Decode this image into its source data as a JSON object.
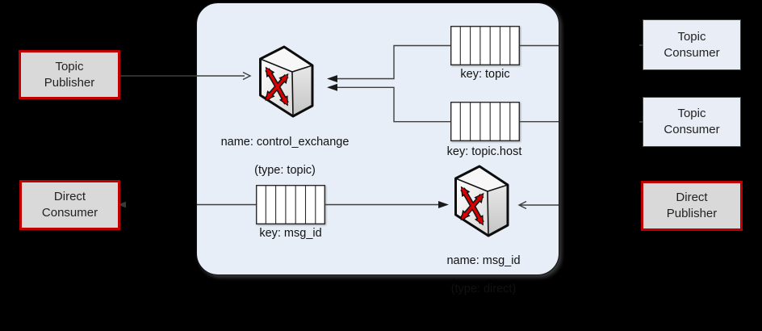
{
  "diagram": {
    "nodes": {
      "topic_publisher": {
        "label": "Topic\nPublisher"
      },
      "direct_consumer": {
        "label": "Direct\nConsumer"
      },
      "topic_consumer_1": {
        "label": "Topic\nConsumer"
      },
      "topic_consumer_2": {
        "label": "Topic\nConsumer"
      },
      "direct_publisher": {
        "label": "Direct\nPublisher"
      }
    },
    "exchanges": {
      "topic": {
        "name": "name: control_exchange",
        "type": "(type: topic)"
      },
      "direct": {
        "name": "name: msg_id",
        "type": "(type: direct)"
      }
    },
    "queues": {
      "topic": {
        "label": "key: topic"
      },
      "topic_host": {
        "label": "key: topic.host"
      },
      "msg_id": {
        "label": "key: msg_id"
      }
    },
    "colors": {
      "background": "#000000",
      "broker_fill": "#e8eef7",
      "red_border": "#c00000",
      "gray_node_fill": "#d9d9d9",
      "blue_node_fill": "#e9edf6",
      "queue_fill": "#ffffff",
      "exchange_arrow_red": "#d90000",
      "connector_line": "#3f3f3f"
    }
  }
}
